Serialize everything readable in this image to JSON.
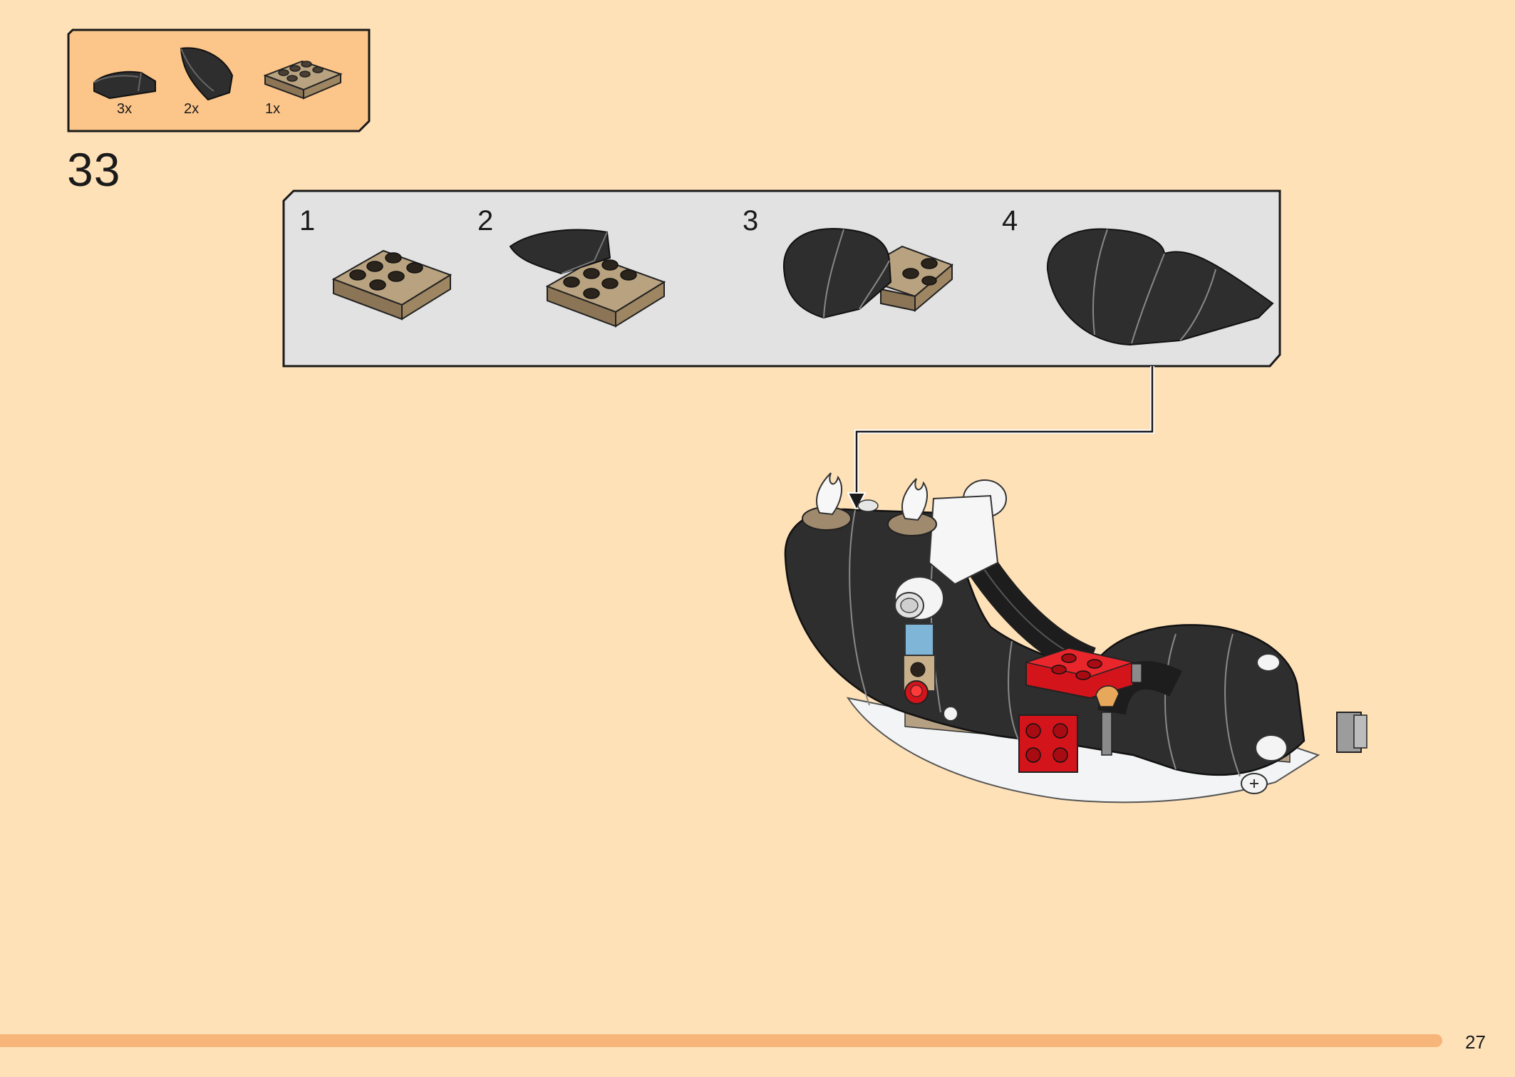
{
  "parts_list": {
    "items": [
      {
        "qty": "3x",
        "icon": "dark-curved-slope-icon"
      },
      {
        "qty": "2x",
        "icon": "dark-wedge-slope-icon"
      },
      {
        "qty": "1x",
        "icon": "tan-plate-2x4-icon"
      }
    ]
  },
  "step": {
    "number": "33"
  },
  "sub_steps": [
    {
      "number": "1"
    },
    {
      "number": "2"
    },
    {
      "number": "3"
    },
    {
      "number": "4"
    }
  ],
  "page": {
    "number": "27"
  },
  "colors": {
    "background": "#ffe1b8",
    "callout": "#fcc58a",
    "panel": "#e2e2e2",
    "dark_brick": "#2e2e2e",
    "tan_brick": "#a08a6e",
    "red_brick": "#d4141b",
    "footer": "#f8b57a"
  }
}
